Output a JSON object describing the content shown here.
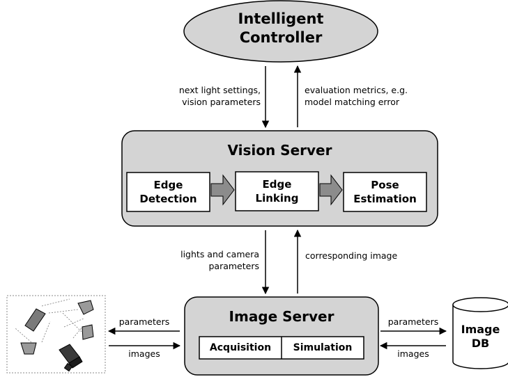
{
  "controller": {
    "line1": "Intelligent",
    "line2": "Controller"
  },
  "vision_server": {
    "title": "Vision Server",
    "modules": [
      {
        "line1": "Edge",
        "line2": "Detection"
      },
      {
        "line1": "Edge",
        "line2": "Linking"
      },
      {
        "line1": "Pose",
        "line2": "Estimation"
      }
    ]
  },
  "top_arrows": {
    "down_label_1": "next light settings,",
    "down_label_2": "vision parameters",
    "up_label_1": "evaluation metrics, e.g.",
    "up_label_2": "model matching error"
  },
  "middle_arrows": {
    "down_label_1": "lights and camera",
    "down_label_2": "parameters",
    "up_label": "corresponding image"
  },
  "image_server": {
    "title": "Image Server",
    "acquisition": "Acquisition",
    "simulation": "Simulation"
  },
  "left_arrows": {
    "parameters": "parameters",
    "images": "images"
  },
  "right_arrows": {
    "parameters": "parameters",
    "images": "images"
  },
  "database": {
    "line1": "Image",
    "line2": "DB"
  },
  "colors": {
    "box_fill": "#d4d4d4",
    "inner_fill": "#ffffff",
    "chevron_fill": "#8c8c8c",
    "outline": "#000000"
  }
}
